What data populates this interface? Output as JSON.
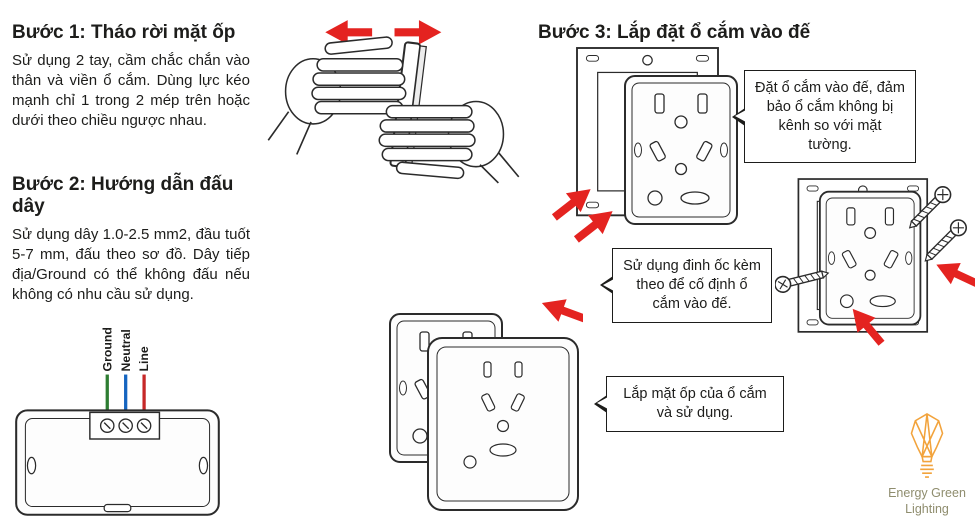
{
  "colors": {
    "ink": "#1d1d1b",
    "arrow_red": "#e42320",
    "wire_ground_green": "#2e7d32",
    "wire_neutral_blue": "#1565c0",
    "wire_line_red": "#c62828",
    "logo_orange": "#f2a33c",
    "logo_text": "#8f8d6e"
  },
  "step1": {
    "title": "Bước 1: Tháo rời mặt ốp",
    "body": "Sử dụng 2 tay, cầm chắc chắn vào thân và viền ổ cắm. Dùng lực kéo mạnh chỉ 1 trong 2 mép trên hoặc dưới theo chiều ngược nhau."
  },
  "step2": {
    "title": "Bước 2: Hướng dẫn đấu dây",
    "body": "Sử dụng dây 1.0-2.5 mm2, đầu tuốt 5-7 mm, đấu theo sơ đồ. Dây tiếp địa/Ground có thể không đấu nếu không có nhu cầu sử dụng."
  },
  "step3": {
    "title": "Bước 3: Lắp đặt ổ cắm vào đế"
  },
  "wiring": {
    "ground": "Ground",
    "neutral": "Neutral",
    "line": "Line"
  },
  "callouts": {
    "place": "Đặt ổ cắm vào đế, đảm bảo ổ cắm không bị kênh so với mặt tường.",
    "screws": "Sử dụng đinh ốc kèm theo để cố định ổ cắm vào đế.",
    "cover": "Lắp mặt ốp của ổ cắm và sử dụng."
  },
  "logo": {
    "line1": "Energy Green",
    "line2": "Lighting"
  }
}
